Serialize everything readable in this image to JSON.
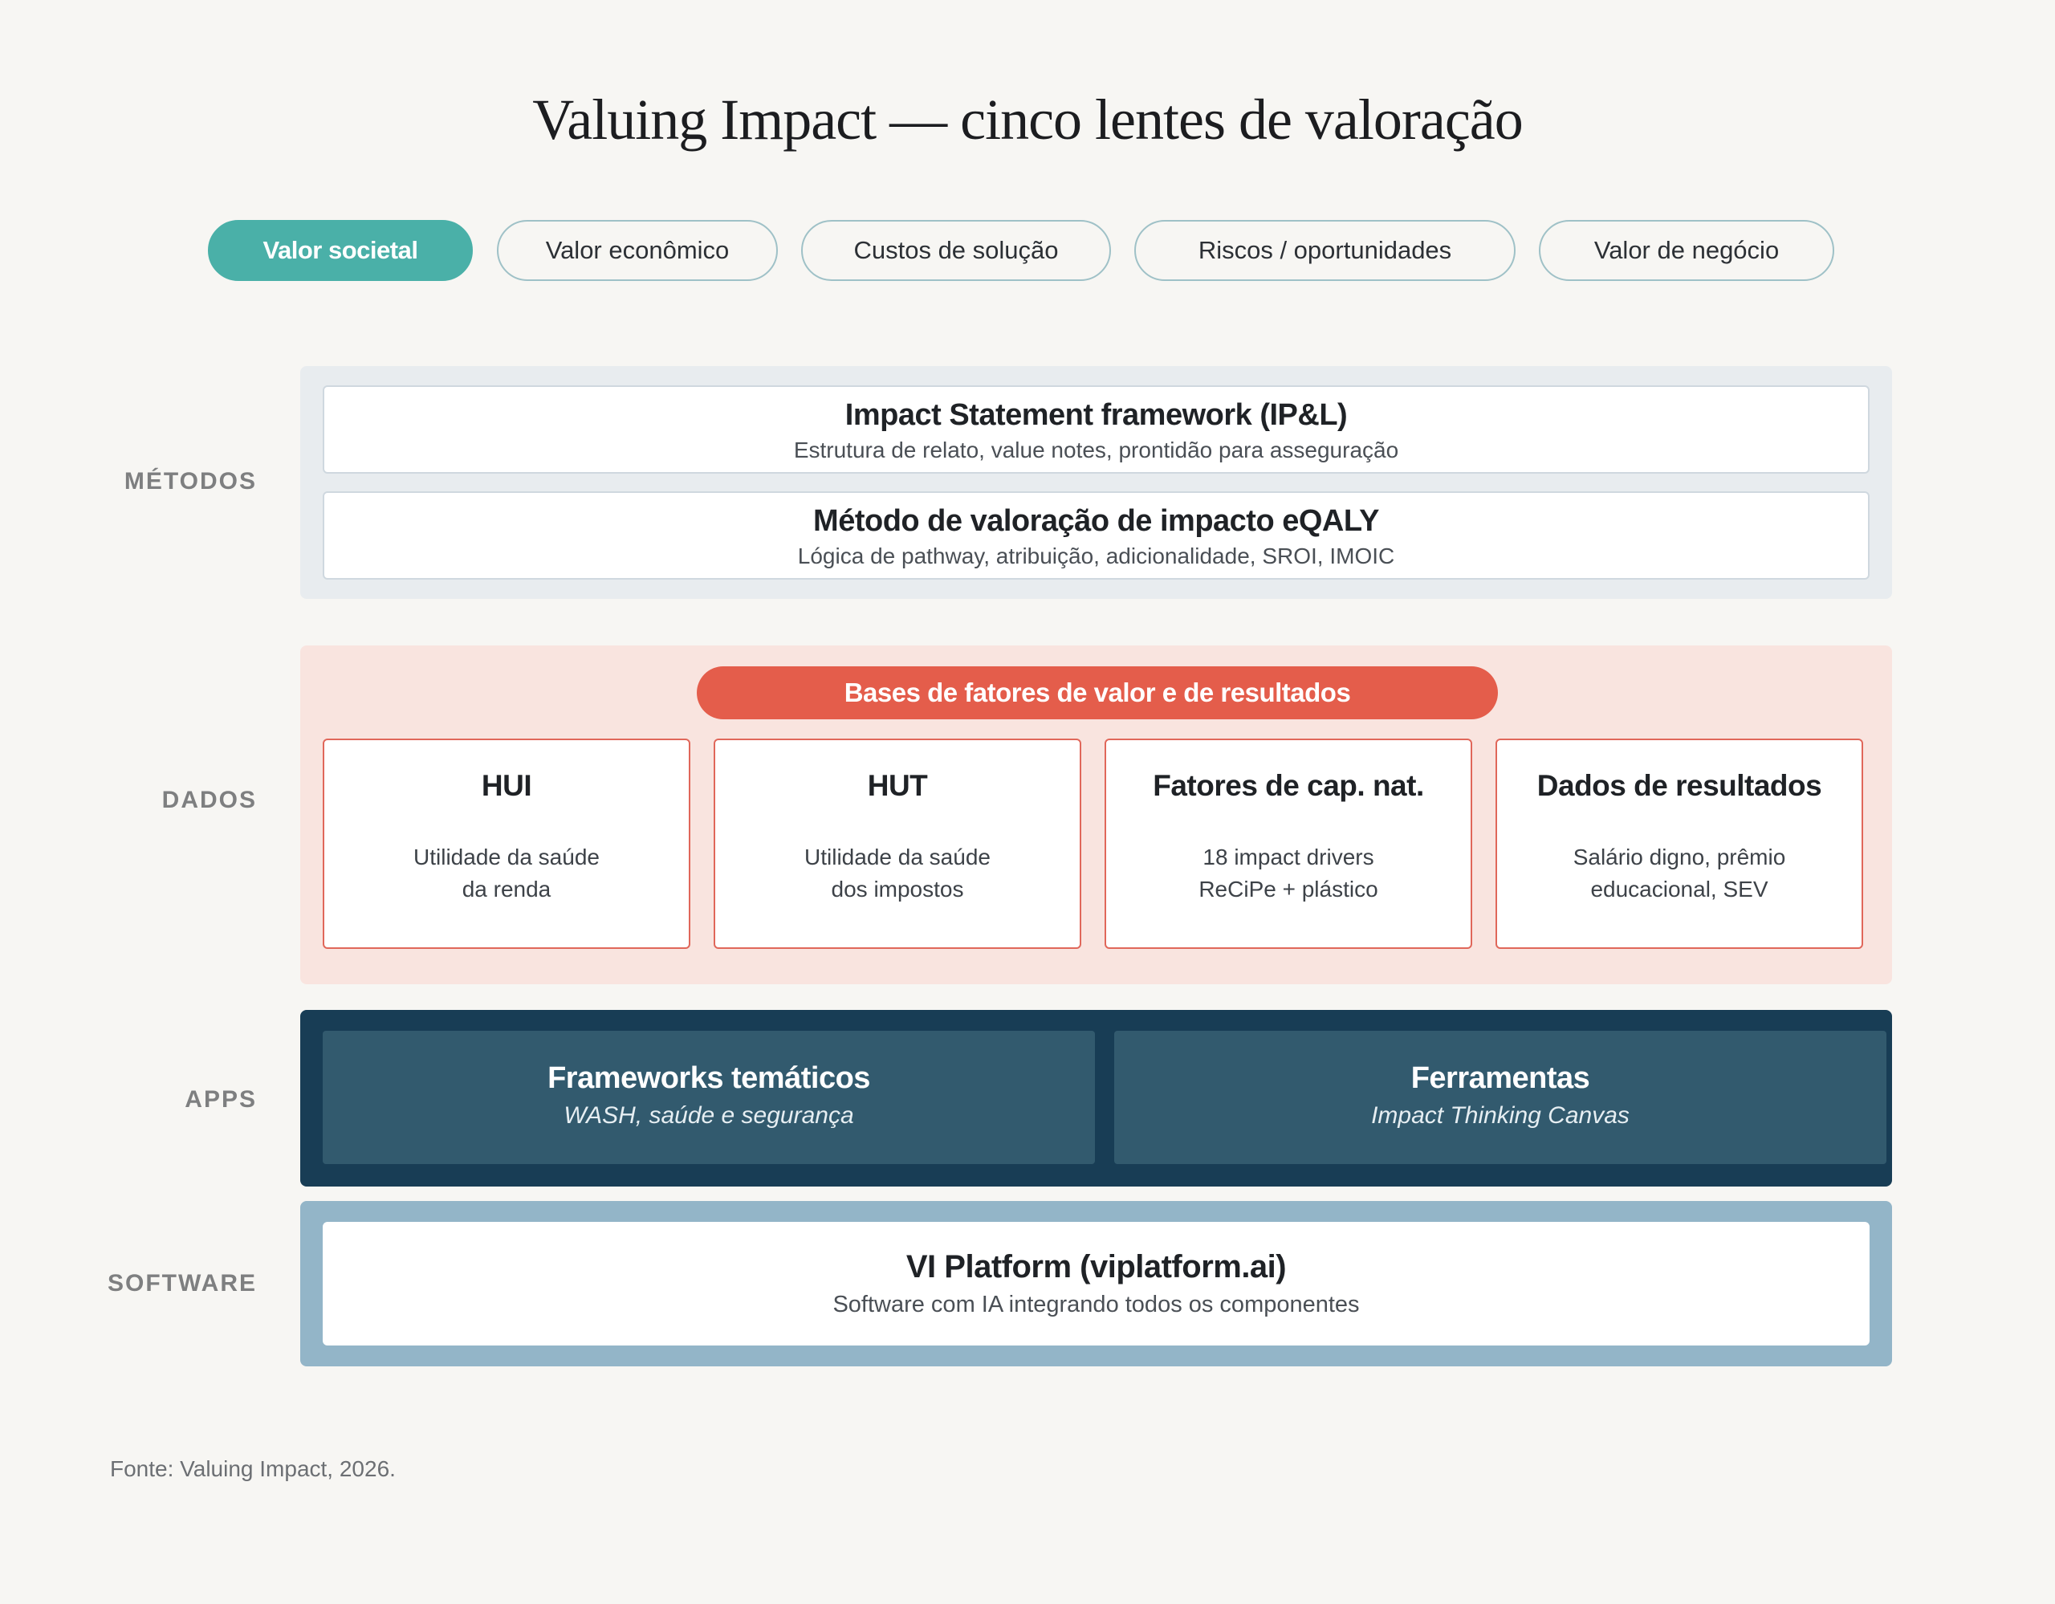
{
  "title": "Valuing Impact — cinco lentes de valoração",
  "tabs": [
    {
      "label": "Valor societal",
      "active": true
    },
    {
      "label": "Valor econômico",
      "active": false
    },
    {
      "label": "Custos de solução",
      "active": false
    },
    {
      "label": "Riscos / oportunidades",
      "active": false
    },
    {
      "label": "Valor de negócio",
      "active": false
    }
  ],
  "layers": {
    "metodos": {
      "label": "MÉTODOS",
      "cards": [
        {
          "title": "Impact Statement framework (IP&L)",
          "subtitle": "Estrutura de relato, value notes, prontidão para asseguração"
        },
        {
          "title": "Método de valoração de impacto eQALY",
          "subtitle": "Lógica de pathway, atribuição, adicionalidade, SROI, IMOIC"
        }
      ]
    },
    "dados": {
      "label": "DADOS",
      "banner": "Bases de fatores de valor e de resultados",
      "cards": [
        {
          "title": "HUI",
          "line1": "Utilidade da saúde",
          "line2": "da renda"
        },
        {
          "title": "HUT",
          "line1": "Utilidade da saúde",
          "line2": "dos impostos"
        },
        {
          "title": "Fatores de cap. nat.",
          "line1": "18 impact drivers",
          "line2": "ReCiPe + plástico"
        },
        {
          "title": "Dados de resultados",
          "line1": "Salário digno, prêmio",
          "line2": "educacional, SEV"
        }
      ]
    },
    "apps": {
      "label": "APPS",
      "cards": [
        {
          "title": "Frameworks temáticos",
          "subtitle": "WASH, saúde e segurança"
        },
        {
          "title": "Ferramentas",
          "subtitle": "Impact Thinking Canvas"
        }
      ]
    },
    "software": {
      "label": "SOFTWARE",
      "card": {
        "title": "VI Platform (viplatform.ai)",
        "subtitle": "Software com IA integrando todos os componentes"
      }
    }
  },
  "source": "Fonte: Valuing Impact, 2026.",
  "colors": {
    "accent_teal": "#4ab0a8",
    "dados_red": "#e45d4b",
    "apps_navy": "#183d55",
    "software_blue": "#93b5c8"
  }
}
